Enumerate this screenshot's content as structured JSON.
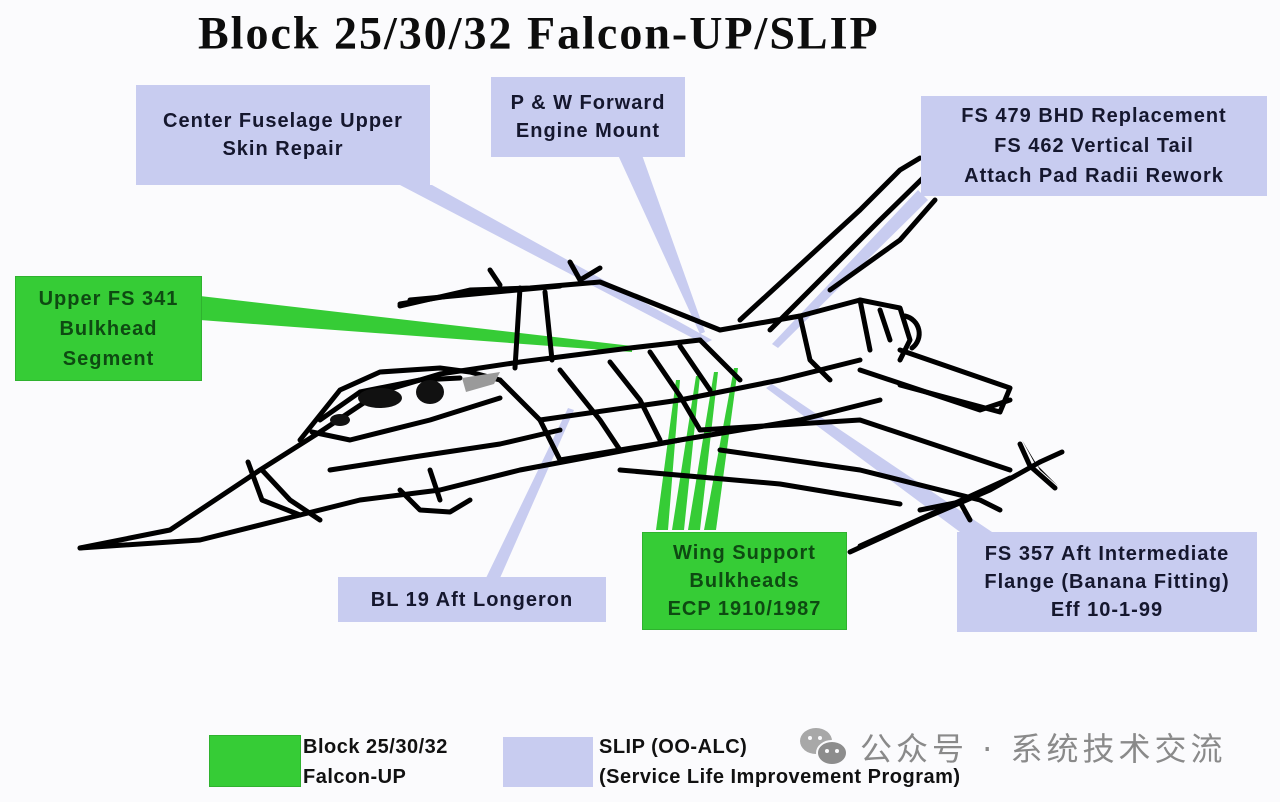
{
  "title": "Block 25/30/32 Falcon-UP/SLIP",
  "colors": {
    "falcon_up": "#36cc36",
    "slip": "#c8ccf0",
    "falcon_text": "#0e4a12",
    "slip_text": "#15172e",
    "aircraft_line": "#000000"
  },
  "callouts": {
    "center_fuselage": {
      "program": "SLIP",
      "lines": [
        "Center Fuselage Upper",
        "Skin Repair"
      ]
    },
    "pw_engine_mount": {
      "program": "SLIP",
      "lines": [
        "P & W Forward",
        "Engine Mount"
      ]
    },
    "fs479_bhd": {
      "program": "SLIP",
      "lines": [
        "FS 479 BHD Replacement",
        "FS 462 Vertical Tail",
        "Attach Pad Radii Rework"
      ]
    },
    "upper_fs341": {
      "program": "Falcon-UP",
      "lines": [
        "Upper FS 341",
        "Bulkhead",
        "Segment"
      ]
    },
    "bl19_longeron": {
      "program": "SLIP",
      "lines": [
        "BL 19 Aft Longeron"
      ]
    },
    "wing_support": {
      "program": "Falcon-UP",
      "lines": [
        "Wing Support",
        "Bulkheads",
        "ECP 1910/1987"
      ]
    },
    "fs357_flange": {
      "program": "SLIP",
      "lines": [
        "FS 357 Aft Intermediate",
        "Flange (Banana Fitting)",
        "Eff 10-1-99"
      ]
    }
  },
  "legend": {
    "falcon_up": {
      "lines": [
        "Block 25/30/32",
        "Falcon-UP"
      ]
    },
    "slip": {
      "lines": [
        "SLIP (OO-ALC)",
        "(Service Life Improvement Program)"
      ]
    }
  },
  "watermark": {
    "icon": "wechat-icon",
    "text": "公众号 · 系统技术交流"
  }
}
